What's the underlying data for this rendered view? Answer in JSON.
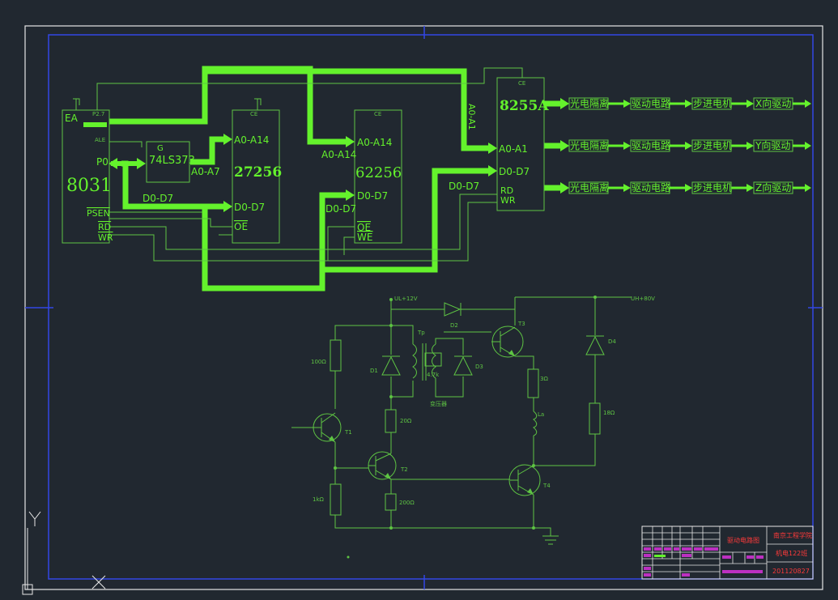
{
  "colors": {
    "background": "#212830",
    "wire": "#5ec443",
    "bus": "#64f22c",
    "frame": "#e6e6e6",
    "border": "#3247e6",
    "title_text": "#ff33ff",
    "title_grid": "#e6e6e6",
    "title_block_red": "#ff3a3a"
  },
  "cpu": {
    "ea": "EA",
    "p27": "P2.7",
    "ale": "ALE",
    "p0": "P0",
    "name": "8031",
    "psen": "PSEN",
    "rd": "RD",
    "wr": "WR"
  },
  "latch": {
    "g": "G",
    "name": "74LS373",
    "out": "A0-A7"
  },
  "eprom": {
    "cs": "CE",
    "addr": "A0-A14",
    "name": "27256",
    "data": "D0-D7",
    "oe": "OE"
  },
  "ram": {
    "cs": "CE",
    "addr": "A0-A14",
    "name": "62256",
    "data": "D0-D7",
    "oe": "OE",
    "we": "WE"
  },
  "ppi": {
    "cs": "CE",
    "name": "8255A",
    "a": "A0-A1",
    "data": "D0-D7",
    "rd": "RD",
    "wr": "WR"
  },
  "bus_labels": {
    "addr_to_ram": "A0-A14",
    "data_cpu": "D0-D7",
    "data_eprom_ram": "D0-D7",
    "data_ppi": "D0-D7",
    "a0a1_vertical": "A0-A1"
  },
  "chains": [
    {
      "isolation": "光电隔离",
      "driver": "驱动电路",
      "motor": "步进电机",
      "output": "X向驱动"
    },
    {
      "isolation": "光电隔离",
      "driver": "驱动电路",
      "motor": "步进电机",
      "output": "Y向驱动"
    },
    {
      "isolation": "光电隔离",
      "driver": "驱动电路",
      "motor": "步进电机",
      "output": "Z向驱动"
    }
  ],
  "driver_circuit": {
    "supply_low": "UL+12V",
    "supply_high": "UH+80V",
    "pulse_transformer": "Tp",
    "transformer_label": "变压器",
    "transformer_ratio": "4.7k",
    "d1": "D1",
    "d2": "D2",
    "d3": "D3",
    "d4": "D4",
    "t1": "T1",
    "t2": "T2",
    "t3": "T3",
    "t4": "T4",
    "r1": "100Ω",
    "r2": "20Ω",
    "r3": "1kΩ",
    "r4": "200Ω",
    "r5": "3Ω",
    "r6": "18Ω",
    "la": "La"
  },
  "title_block": {
    "school": "南京工程学院",
    "drawing_name": "驱动电路图",
    "class": "机电122班",
    "student_id": "201120827"
  },
  "ucs": {
    "y": "Y",
    "x": "X"
  }
}
